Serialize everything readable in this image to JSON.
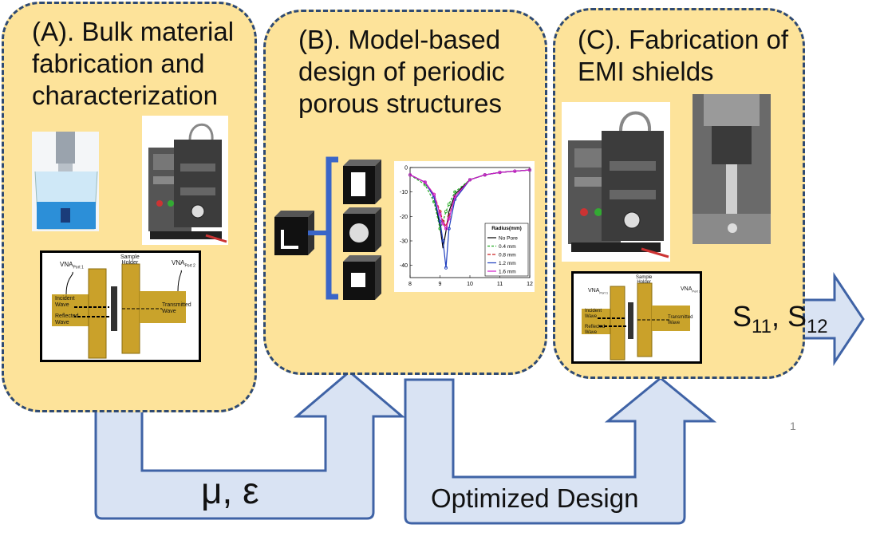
{
  "panels": {
    "a": {
      "title": "(A). Bulk material\nfabrication and\ncharacterization"
    },
    "b": {
      "title": "(B). Model-based\ndesign of periodic\nporous structures"
    },
    "c": {
      "title": "(C). Fabrication of\nEMI shields"
    }
  },
  "vna_setup": {
    "sample_holder": "Sample\nHolder",
    "port1": "VNA",
    "port1_sub": "Port 1",
    "port2": "VNA",
    "port2_sub": "Port 2",
    "incident": "Incident\nWave",
    "reflected": "Reflected\nWave",
    "transmitted": "Transmitted\nWave"
  },
  "arrows": {
    "a_to_b": "μ, ε",
    "b_to_c": "Optimized Design",
    "output_main": "S",
    "output_sub1": "11",
    "output_mid": ", S",
    "output_sub2": "12"
  },
  "page_number": "1",
  "chart_data": {
    "type": "line",
    "x": [
      8,
      8.5,
      8.8,
      9.0,
      9.1,
      9.2,
      9.3,
      9.5,
      10,
      10.5,
      11,
      11.5,
      12
    ],
    "xticks": [
      "8",
      "9",
      "10",
      "11",
      "12"
    ],
    "yticks": [
      "0",
      "-10",
      "-20",
      "-30",
      "-40"
    ],
    "xlim": [
      8,
      12
    ],
    "ylim": [
      -45,
      0
    ],
    "legend_title": "Radius(mm)",
    "legend_position": "lower-right",
    "series": [
      {
        "name": "No Pore",
        "color": "#000000",
        "values": [
          -3,
          -6,
          -12,
          -24,
          -33,
          -26,
          -18,
          -11,
          -5,
          -3,
          -2,
          -1.5,
          -1
        ]
      },
      {
        "name": "0.4 mm",
        "color": "#22aa22",
        "values": [
          -3,
          -7,
          -14,
          -25,
          -22,
          -18,
          -15,
          -10,
          -5,
          -3,
          -2,
          -1.5,
          -1
        ]
      },
      {
        "name": "0.8 mm",
        "color": "#cc2222",
        "values": [
          -3,
          -6,
          -11,
          -18,
          -22,
          -24,
          -20,
          -12,
          -5,
          -3,
          -2,
          -1.5,
          -1
        ]
      },
      {
        "name": "1.2 mm",
        "color": "#1f3fbf",
        "values": [
          -3,
          -6,
          -12,
          -22,
          -30,
          -41,
          -25,
          -13,
          -5,
          -3,
          -2,
          -1.5,
          -1
        ]
      },
      {
        "name": "1.6 mm",
        "color": "#d01cc8",
        "values": [
          -3,
          -6,
          -11,
          -19,
          -23,
          -25,
          -21,
          -12,
          -5,
          -3,
          -2,
          -1.5,
          -1
        ]
      }
    ]
  }
}
